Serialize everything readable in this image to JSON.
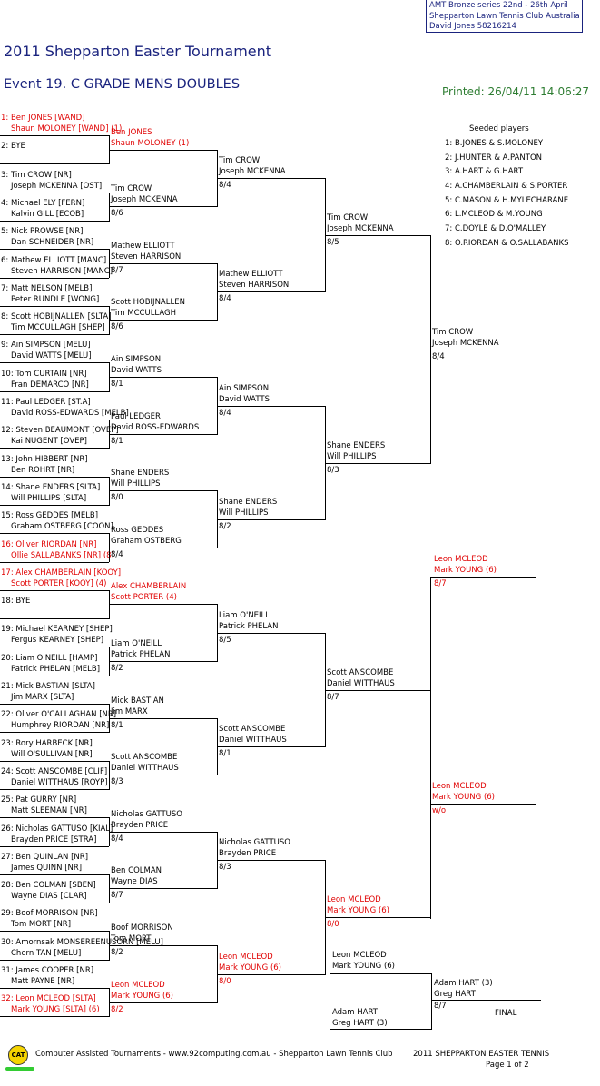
{
  "header": {
    "info_lines": [
      "AMT Bronze series   22nd - 26th April",
      "Shepparton Lawn Tennis Club   Australia",
      "David Jones   58216214"
    ],
    "title": "2011 Shepparton Easter Tournament",
    "event": "Event 19. C GRADE MENS DOUBLES",
    "printed": "Printed: 26/04/11 14:06:27"
  },
  "seeded": {
    "heading": "Seeded players",
    "list": [
      "1: B.JONES & S.MOLONEY",
      "2: J.HUNTER & A.PANTON",
      "3: A.HART & G.HART",
      "4: A.CHAMBERLAIN & S.PORTER",
      "5: C.MASON & H.MYLECHARANE",
      "6: L.MCLEOD & M.YOUNG",
      "7: C.DOYLE & D.O'MALLEY",
      "8: O.RIORDAN & O.SALLABANKS"
    ]
  },
  "draw": [
    {
      "top": "1: Ben JONES [WAND]",
      "bottom": "Shaun MOLONEY [WAND] (1)",
      "red": true
    },
    {
      "top": "2: BYE",
      "bottom": "",
      "red": false
    },
    {
      "top": "3: Tim CROW [NR]",
      "bottom": "Joseph MCKENNA [OST]",
      "red": false
    },
    {
      "top": "4: Michael ELY [FERN]",
      "bottom": "Kalvin GILL [ECOB]",
      "red": false
    },
    {
      "top": "5: Nick PROWSE [NR]",
      "bottom": "Dan SCHNEIDER [NR]",
      "red": false
    },
    {
      "top": "6: Mathew ELLIOTT [MANC]",
      "bottom": "Steven HARRISON [MANC]",
      "red": false
    },
    {
      "top": "7: Matt NELSON [MELB]",
      "bottom": "Peter RUNDLE [WONG]",
      "red": false
    },
    {
      "top": "8: Scott HOBIJNALLEN [SLTA]",
      "bottom": "Tim MCCULLAGH [SHEP]",
      "red": false
    },
    {
      "top": "9: Ain SIMPSON [MELU]",
      "bottom": "David WATTS [MELU]",
      "red": false
    },
    {
      "top": "10: Tom CURTAIN [NR]",
      "bottom": "Fran DEMARCO [NR]",
      "red": false
    },
    {
      "top": "11: Paul LEDGER [ST.A]",
      "bottom": "David ROSS-EDWARDS [MELB]",
      "red": false
    },
    {
      "top": "12: Steven BEAUMONT [OVEP]",
      "bottom": "Kai NUGENT [OVEP]",
      "red": false
    },
    {
      "top": "13: John HIBBERT [NR]",
      "bottom": "Ben ROHRT [NR]",
      "red": false
    },
    {
      "top": "14: Shane ENDERS [SLTA]",
      "bottom": "Will PHILLIPS [SLTA]",
      "red": false
    },
    {
      "top": "15: Ross GEDDES [MELB]",
      "bottom": "Graham OSTBERG [COON]",
      "red": false
    },
    {
      "top": "16: Oliver RIORDAN [NR]",
      "bottom": "Ollie SALLABANKS [NR] (8)",
      "red": true
    },
    {
      "top": "17: Alex CHAMBERLAIN [KOOY]",
      "bottom": "Scott PORTER [KOOY] (4)",
      "red": true
    },
    {
      "top": "18: BYE",
      "bottom": "",
      "red": false
    },
    {
      "top": "19: Michael KEARNEY [SHEP]",
      "bottom": "Fergus KEARNEY [SHEP]",
      "red": false
    },
    {
      "top": "20: Liam O'NEILL [HAMP]",
      "bottom": "Patrick PHELAN [MELB]",
      "red": false
    },
    {
      "top": "21: Mick BASTIAN [SLTA]",
      "bottom": "Jim MARX [SLTA]",
      "red": false
    },
    {
      "top": "22: Oliver O'CALLAGHAN [NR]",
      "bottom": "Humphrey RIORDAN [NR]",
      "red": false
    },
    {
      "top": "23: Rory HARBECK [NR]",
      "bottom": "Will O'SULLIVAN [NR]",
      "red": false
    },
    {
      "top": "24: Scott ANSCOMBE [CLIF]",
      "bottom": "Daniel WITTHAUS [ROYP]",
      "red": false
    },
    {
      "top": "25: Pat GURRY [NR]",
      "bottom": "Matt SLEEMAN [NR]",
      "red": false
    },
    {
      "top": "26: Nicholas GATTUSO [KIAL]",
      "bottom": "Brayden PRICE [STRA]",
      "red": false
    },
    {
      "top": "27: Ben QUINLAN [NR]",
      "bottom": "James QUINN [NR]",
      "red": false
    },
    {
      "top": "28: Ben COLMAN [SBEN]",
      "bottom": "Wayne DIAS [CLAR]",
      "red": false
    },
    {
      "top": "29: Boof MORRISON [NR]",
      "bottom": "Tom MORT [NR]",
      "red": false
    },
    {
      "top": "30: Amornsak MONSEREENUSORN [MELU]",
      "bottom": "Chern TAN [MELU]",
      "red": false
    },
    {
      "top": "31: James COOPER [NR]",
      "bottom": "Matt PAYNE [NR]",
      "red": false
    },
    {
      "top": "32: Leon MCLEOD [SLTA]",
      "bottom": "Mark YOUNG [SLTA] (6)",
      "red": true
    }
  ],
  "round2": [
    {
      "p1": "Ben JONES",
      "p2": "Shaun MOLONEY (1)",
      "score": "",
      "red": true
    },
    {
      "p1": "Tim CROW",
      "p2": "Joseph MCKENNA",
      "score": "8/6",
      "red": false
    },
    {
      "p1": "Mathew ELLIOTT",
      "p2": "Steven HARRISON",
      "score": "8/7",
      "red": false
    },
    {
      "p1": "Scott HOBIJNALLEN",
      "p2": "Tim MCCULLAGH",
      "score": "8/6",
      "red": false
    },
    {
      "p1": "Ain SIMPSON",
      "p2": "David WATTS",
      "score": "8/1",
      "red": false
    },
    {
      "p1": "Paul LEDGER",
      "p2": "David ROSS-EDWARDS",
      "score": "8/1",
      "red": false
    },
    {
      "p1": "Shane ENDERS",
      "p2": "Will PHILLIPS",
      "score": "8/0",
      "red": false
    },
    {
      "p1": "Ross GEDDES",
      "p2": "Graham OSTBERG",
      "score": "8/4",
      "red": false
    },
    {
      "p1": "Alex CHAMBERLAIN",
      "p2": "Scott PORTER (4)",
      "score": "",
      "red": true
    },
    {
      "p1": "Liam O'NEILL",
      "p2": "Patrick PHELAN",
      "score": "8/2",
      "red": false
    },
    {
      "p1": "Mick BASTIAN",
      "p2": "Jim MARX",
      "score": "8/1",
      "red": false
    },
    {
      "p1": "Scott ANSCOMBE",
      "p2": "Daniel WITTHAUS",
      "score": "8/3",
      "red": false
    },
    {
      "p1": "Nicholas GATTUSO",
      "p2": "Brayden PRICE",
      "score": "8/4",
      "red": false
    },
    {
      "p1": "Ben COLMAN",
      "p2": "Wayne DIAS",
      "score": "8/7",
      "red": false
    },
    {
      "p1": "Boof MORRISON",
      "p2": "Tom MORT",
      "score": "8/2",
      "red": false
    },
    {
      "p1": "Leon MCLEOD",
      "p2": "Mark YOUNG (6)",
      "score": "8/2",
      "red": true
    }
  ],
  "round3": [
    {
      "p1": "Tim CROW",
      "p2": "Joseph MCKENNA",
      "score": "8/4",
      "red": false
    },
    {
      "p1": "Mathew ELLIOTT",
      "p2": "Steven HARRISON",
      "score": "8/4",
      "red": false
    },
    {
      "p1": "Ain SIMPSON",
      "p2": "David WATTS",
      "score": "8/4",
      "red": false
    },
    {
      "p1": "Shane ENDERS",
      "p2": "Will PHILLIPS",
      "score": "8/2",
      "red": false
    },
    {
      "p1": "Liam O'NEILL",
      "p2": "Patrick PHELAN",
      "score": "8/5",
      "red": false
    },
    {
      "p1": "Scott ANSCOMBE",
      "p2": "Daniel WITTHAUS",
      "score": "8/1",
      "red": false
    },
    {
      "p1": "Nicholas GATTUSO",
      "p2": "Brayden PRICE",
      "score": "8/3",
      "red": false
    },
    {
      "p1": "Leon MCLEOD",
      "p2": "Mark YOUNG (6)",
      "score": "8/0",
      "red": true
    }
  ],
  "round4": [
    {
      "p1": "Tim CROW",
      "p2": "Joseph MCKENNA",
      "score": "8/5",
      "red": false
    },
    {
      "p1": "Shane ENDERS",
      "p2": "Will PHILLIPS",
      "score": "8/3",
      "red": false
    },
    {
      "p1": "Scott ANSCOMBE",
      "p2": "Daniel WITTHAUS",
      "score": "8/7",
      "red": false
    },
    {
      "p1": "Leon MCLEOD",
      "p2": "Mark YOUNG (6)",
      "score": "8/0",
      "red": true
    }
  ],
  "round5": [
    {
      "p1": "Tim CROW",
      "p2": "Joseph MCKENNA",
      "score": "8/4",
      "red": false
    },
    {
      "p1": "Leon MCLEOD",
      "p2": "Mark YOUNG (6)",
      "score": "w/o",
      "red": true
    }
  ],
  "round6": [
    {
      "p1": "Leon MCLEOD",
      "p2": "Mark YOUNG (6)",
      "score": "8/7",
      "red": true
    }
  ],
  "final_match": {
    "top": {
      "p1": "Leon MCLEOD",
      "p2": "Mark YOUNG (6)"
    },
    "bottom": {
      "p1": "Adam HART",
      "p2": "Greg HART (3)"
    },
    "winner": {
      "p1": "Adam HART (3)",
      "p2": "Greg HART"
    },
    "score": "8/7",
    "label": "FINAL"
  },
  "footer": {
    "logo_text": "CAT",
    "left": "Computer Assisted Tournaments - www.92computing.com.au  -  Shepparton Lawn Tennis Club",
    "right": "2011 SHEPPARTON EASTER TENNIS",
    "page": "Page 1 of 2"
  },
  "colors": {
    "title": "#1a237e",
    "printed": "#2e7d32",
    "seed_highlight": "#e00000"
  }
}
